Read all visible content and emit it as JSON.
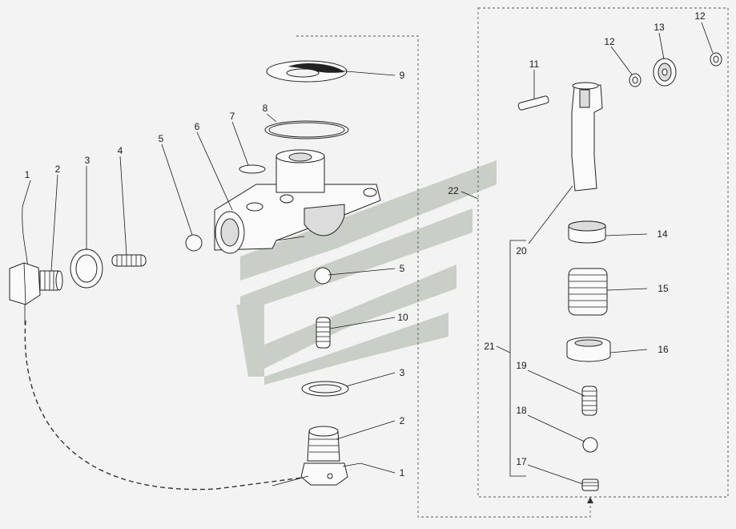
{
  "diagram": {
    "callouts": {
      "n1_left": "1",
      "n2_left": "2",
      "n3_left": "3",
      "n4": "4",
      "n5_left": "5",
      "n6": "6",
      "n7": "7",
      "n8": "8",
      "n9": "9",
      "n5_center": "5",
      "n10": "10",
      "n3_lower": "3",
      "n2_lower": "2",
      "n1_lower": "1",
      "n11": "11",
      "n12_a": "12",
      "n13": "13",
      "n12_b": "12",
      "n22": "22",
      "n20": "20",
      "n14": "14",
      "n15": "15",
      "n21": "21",
      "n16": "16",
      "n19": "19",
      "n18": "18",
      "n17": "17"
    },
    "colors": {
      "line": "#222222",
      "background": "#f3f3f3",
      "watermark": "#c9cfc7"
    }
  }
}
